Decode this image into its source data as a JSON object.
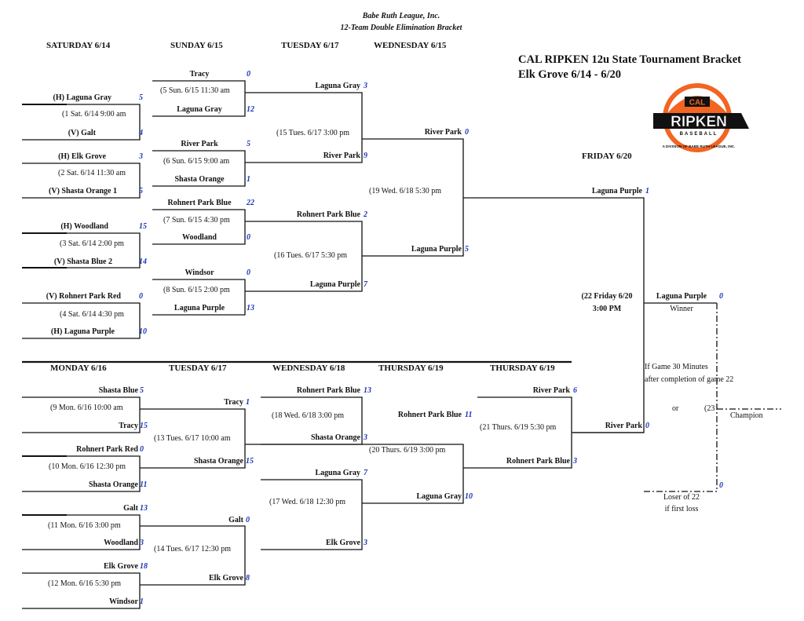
{
  "header": {
    "org": "Babe Ruth League, Inc.",
    "format": "12-Team Double Elimination Bracket",
    "title": "CAL RIPKEN 12u State Tournament Bracket",
    "subtitle": "Elk Grove 6/14 - 6/20"
  },
  "logo": {
    "top_text": "CAL",
    "main_text": "RIPKEN",
    "sub_text": "BASEBALL",
    "arc_text": "A DIVISION OF BABE RUTH LEAGUE, INC.",
    "colors": {
      "orange": "#f26522",
      "black": "#111111",
      "white": "#ffffff"
    }
  },
  "day_headers": {
    "sat": "SATURDAY 6/14",
    "sun": "SUNDAY 6/15",
    "tue": "TUESDAY 6/17",
    "wed": "WEDNESDAY 6/15",
    "fri": "FRIDAY 6/20",
    "mon": "MONDAY 6/16",
    "tue2": "TUESDAY 6/17",
    "wed2": "WEDNESDAY 6/18",
    "thu": "THURSDAY 6/19",
    "thu2": "THURSDAY 6/19"
  },
  "winners": {
    "g1": {
      "info": "(1  Sat. 6/14 9:00 am",
      "top": "(H) Laguna Gray",
      "top_score": "5",
      "bottom": "(V) Galt",
      "bottom_score": "4"
    },
    "g2": {
      "info": "(2  Sat. 6/14 11:30 am",
      "top": "(H) Elk Grove",
      "top_score": "3",
      "bottom": "(V) Shasta Orange 1",
      "bottom_score": "5"
    },
    "g3": {
      "info": "(3  Sat. 6/14 2:00 pm",
      "top": "(H) Woodland",
      "top_score": "15",
      "bottom": "(V) Shasta Blue 2",
      "bottom_score": "14"
    },
    "g4": {
      "info": "(4  Sat. 6/14 4:30 pm",
      "top": "(V) Rohnert Park Red",
      "top_score": "0",
      "bottom": "(H) Laguna Purple",
      "bottom_score": "10"
    },
    "g5": {
      "info": "(5  Sun. 6/15 11:30 am",
      "top": "Tracy",
      "top_score": "0",
      "bottom": "Laguna Gray",
      "bottom_score": "12"
    },
    "g6": {
      "info": "(6  Sun. 6/15 9:00 am",
      "top": "River Park",
      "top_score": "5",
      "bottom": "Shasta Orange",
      "bottom_score": "1"
    },
    "g7": {
      "info": "(7  Sun. 6/15 4:30 pm",
      "top": "Rohnert Park Blue",
      "top_score": "22",
      "bottom": "Woodland",
      "bottom_score": "0"
    },
    "g8": {
      "info": "(8  Sun. 6/15 2:00 pm",
      "top": "Windsor",
      "top_score": "0",
      "bottom": "Laguna Purple",
      "bottom_score": "13"
    },
    "g15": {
      "info": "(15 Tues. 6/17 3:00 pm",
      "top": "Laguna Gray",
      "top_score": "3",
      "bottom": "River Park",
      "bottom_score": "9"
    },
    "g16": {
      "info": "(16  Tues. 6/17 5:30 pm",
      "top": "Rohnert Park Blue",
      "top_score": "2",
      "bottom": "Laguna Purple",
      "bottom_score": "7"
    },
    "g19": {
      "info": "(19   Wed. 6/18 5:30 pm",
      "top": "River Park",
      "top_score": "0",
      "bottom": "Laguna Purple",
      "bottom_score": "5"
    },
    "g22": {
      "info": "(22  Friday 6/20",
      "time": "3:00 PM",
      "top": "Laguna Purple",
      "top_score": "1",
      "bottom": "River Park",
      "bottom_score": "0"
    }
  },
  "champion": {
    "winner_team": "Laguna Purple",
    "winner_score": "0",
    "winner_label": "Winner",
    "note_line1": "If Game 30 Minutes",
    "note_line2": "after completion of game 22",
    "or": "or",
    "game": "(23",
    "label": "Champion",
    "loser_score": "0",
    "loser_line1": "Loser of 22",
    "loser_line2": "if first loss"
  },
  "losers": {
    "g9": {
      "info": "(9  Mon. 6/16 10:00 am",
      "top": "Shasta Blue",
      "top_score": "5",
      "bottom": "Tracy",
      "bottom_score": "15"
    },
    "g10": {
      "info": "(10 Mon. 6/16 12:30 pm",
      "top": "Rohnert Park Red",
      "top_score": "0",
      "bottom": "Shasta Orange",
      "bottom_score": "11"
    },
    "g11": {
      "info": "(11   Mon. 6/16 3:00 pm",
      "top": "Galt",
      "top_score": "13",
      "bottom": "Woodland",
      "bottom_score": "3"
    },
    "g12": {
      "info": "(12   Mon. 6/16 5:30 pm",
      "top": "Elk Grove",
      "top_score": "18",
      "bottom": "Windsor",
      "bottom_score": "1"
    },
    "g13": {
      "info": "(13  Tues. 6/17 10:00 am",
      "top": "Tracy",
      "top_score": "1",
      "bottom": "Shasta Orange",
      "bottom_score": "15"
    },
    "g14": {
      "info": "(14  Tues. 6/17 12:30 pm",
      "top": "Galt",
      "top_score": "0",
      "bottom": "Elk Grove",
      "bottom_score": "8"
    },
    "g18": {
      "info": "(18   Wed. 6/18 3:00 pm",
      "top": "Rohnert Park Blue",
      "top_score": "13",
      "bottom": "Shasta Orange",
      "bottom_score": "3"
    },
    "g17": {
      "info": "(17   Wed. 6/18 12:30 pm",
      "top": "Laguna Gray",
      "top_score": "7",
      "bottom": "Elk Grove",
      "bottom_score": "3"
    },
    "g20": {
      "info": "(20  Thurs. 6/19 3:00 pm",
      "top": "Rohnert Park Blue",
      "top_score": "11",
      "bottom": "Laguna Gray",
      "bottom_score": "10"
    },
    "g21": {
      "info": "(21   Thurs. 6/19 5:30 pm",
      "top": "River Park",
      "top_score": "6",
      "bottom": "Rohnert Park Blue",
      "bottom_score": "3"
    }
  }
}
